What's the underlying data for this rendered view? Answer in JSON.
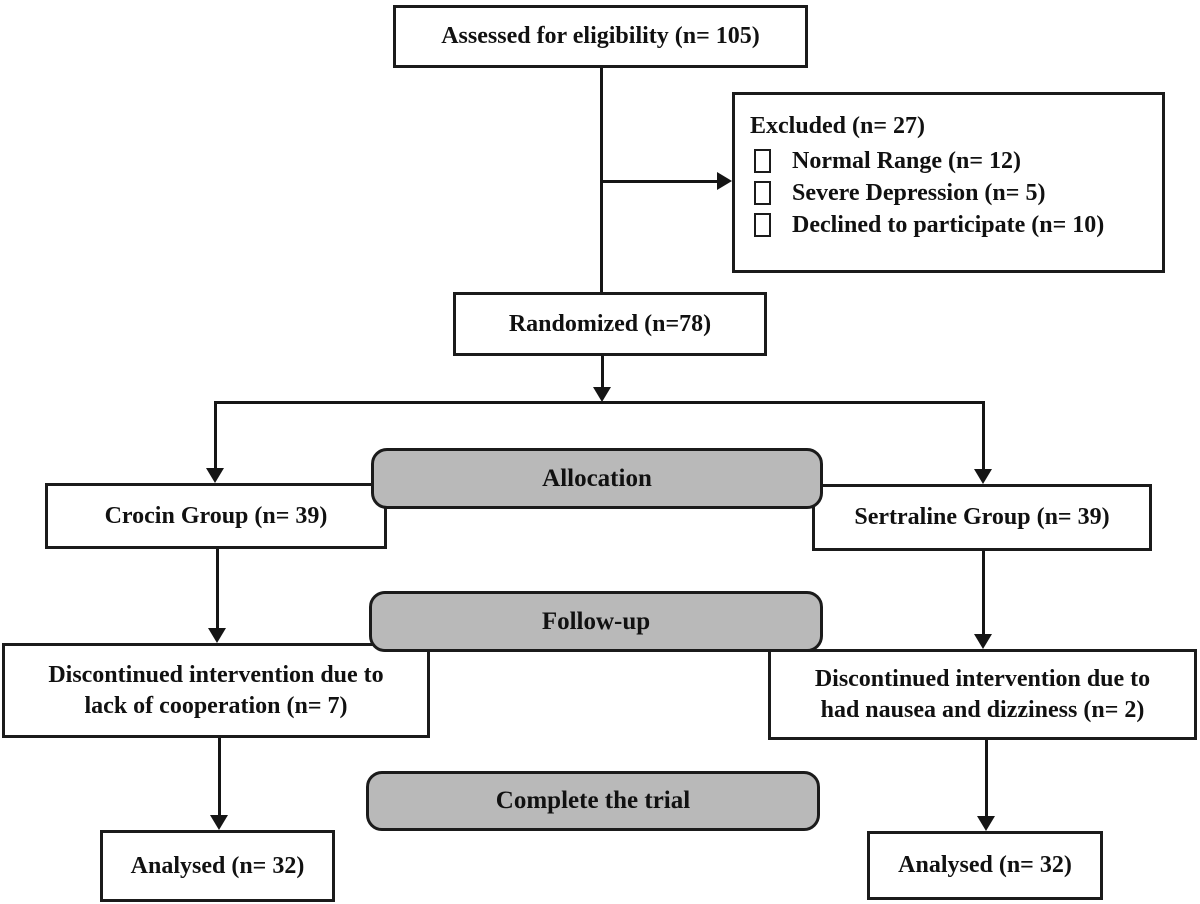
{
  "diagram": {
    "title": "CONSORT participant flow diagram",
    "colors": {
      "phase_fill": "#b9b9b9",
      "line": "#151515",
      "box_border": "#1b1b1b",
      "background": "#ffffff"
    },
    "nodes": {
      "assessed": {
        "label": "Assessed for eligibility (n= 105)"
      },
      "excluded": {
        "title": "Excluded (n= 27)",
        "items": [
          {
            "label": "Normal Range (n= 12)"
          },
          {
            "label": "Severe Depression (n= 5)"
          },
          {
            "label": "Declined to participate (n= 10)"
          }
        ]
      },
      "randomized": {
        "label": "Randomized (n=78)"
      },
      "allocation_phase": {
        "label": "Allocation"
      },
      "crocin_group": {
        "label": "Crocin Group (n= 39)"
      },
      "sertraline_group": {
        "label": "Sertraline Group (n= 39)"
      },
      "followup_phase": {
        "label": "Follow-up"
      },
      "discontinued_left": {
        "line1": "Discontinued intervention due to",
        "line2": "lack of cooperation (n= 7)"
      },
      "discontinued_right": {
        "line1": "Discontinued intervention due to",
        "line2": "had nausea and dizziness (n= 2)"
      },
      "complete_phase": {
        "label": "Complete the trial"
      },
      "analysed_left": {
        "label": "Analysed (n= 32)"
      },
      "analysed_right": {
        "label": "Analysed (n= 32)"
      }
    }
  }
}
